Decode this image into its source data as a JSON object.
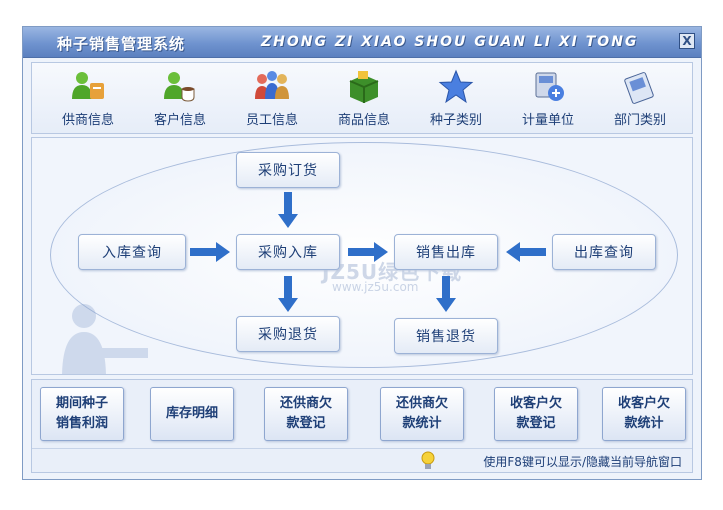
{
  "window": {
    "title_cn": "种子销售管理系统",
    "title_en": "ZHONG ZI XIAO SHOU GUAN LI XI TONG",
    "close_label": "X"
  },
  "toolbar": {
    "items": [
      {
        "label": "供商信息",
        "icon": "supplier-people-icon"
      },
      {
        "label": "客户信息",
        "icon": "customer-coffee-icon"
      },
      {
        "label": "员工信息",
        "icon": "employees-group-icon"
      },
      {
        "label": "商品信息",
        "icon": "goods-box-icon"
      },
      {
        "label": "种子类别",
        "icon": "star-category-icon"
      },
      {
        "label": "计量单位",
        "icon": "measure-unit-icon"
      },
      {
        "label": "部门类别",
        "icon": "department-card-icon"
      }
    ]
  },
  "flow": {
    "purchase_order": "采购订货",
    "stock_in_query": "入库查询",
    "purchase_in": "采购入库",
    "sales_out": "销售出库",
    "stock_out_query": "出库查询",
    "purchase_return": "采购退货",
    "sales_return": "销售退货"
  },
  "watermark": {
    "main": "JZ5U绿色下载",
    "sub": "www.jz5u.com"
  },
  "reports": [
    {
      "line1": "期间种子",
      "line2": "销售利润"
    },
    {
      "line1": "库存明细",
      "line2": ""
    },
    {
      "line1": "还供商欠",
      "line2": "款登记"
    },
    {
      "line1": "还供商欠",
      "line2": "款统计"
    },
    {
      "line1": "收客户欠",
      "line2": "款登记"
    },
    {
      "line1": "收客户欠",
      "line2": "款统计"
    }
  ],
  "status": {
    "hint": "使用F8键可以显示/隐藏当前导航窗口"
  },
  "colors": {
    "title_bar": "#6f93cf",
    "text": "#1e3f77",
    "arrow": "#2f6fc9"
  }
}
